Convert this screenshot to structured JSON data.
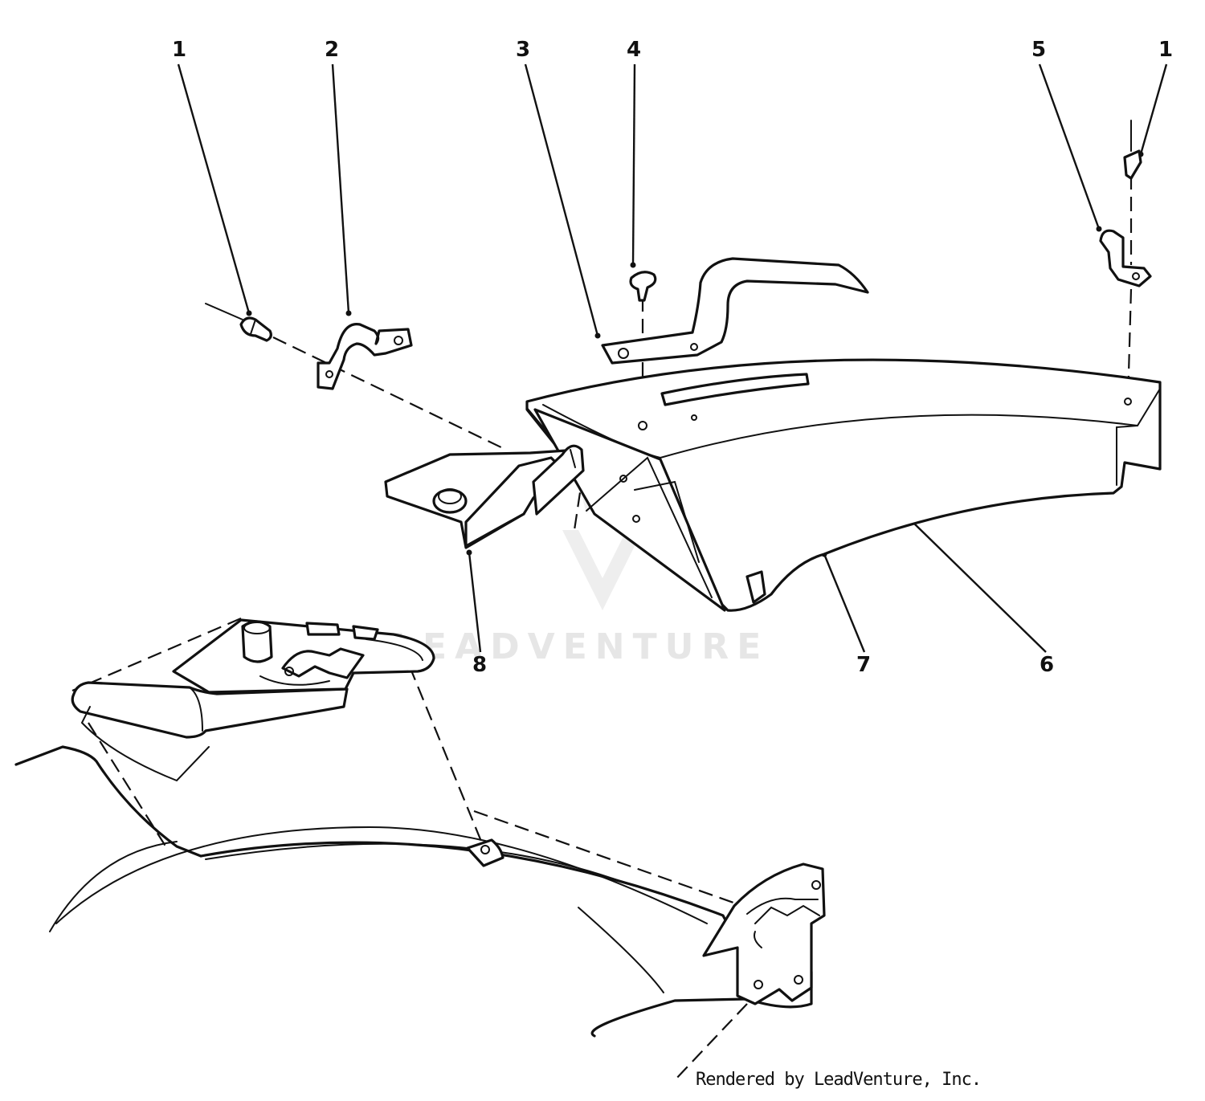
{
  "diagram": {
    "callouts": [
      {
        "id": "c1a",
        "label": "1"
      },
      {
        "id": "c2",
        "label": "2"
      },
      {
        "id": "c3",
        "label": "3"
      },
      {
        "id": "c4",
        "label": "4"
      },
      {
        "id": "c5",
        "label": "5"
      },
      {
        "id": "c1b",
        "label": "1"
      },
      {
        "id": "c8",
        "label": "8"
      },
      {
        "id": "c7",
        "label": "7"
      },
      {
        "id": "c6",
        "label": "6"
      }
    ],
    "watermark": "LEADVENTURE",
    "credit": "Rendered by LeadVenture, Inc."
  }
}
